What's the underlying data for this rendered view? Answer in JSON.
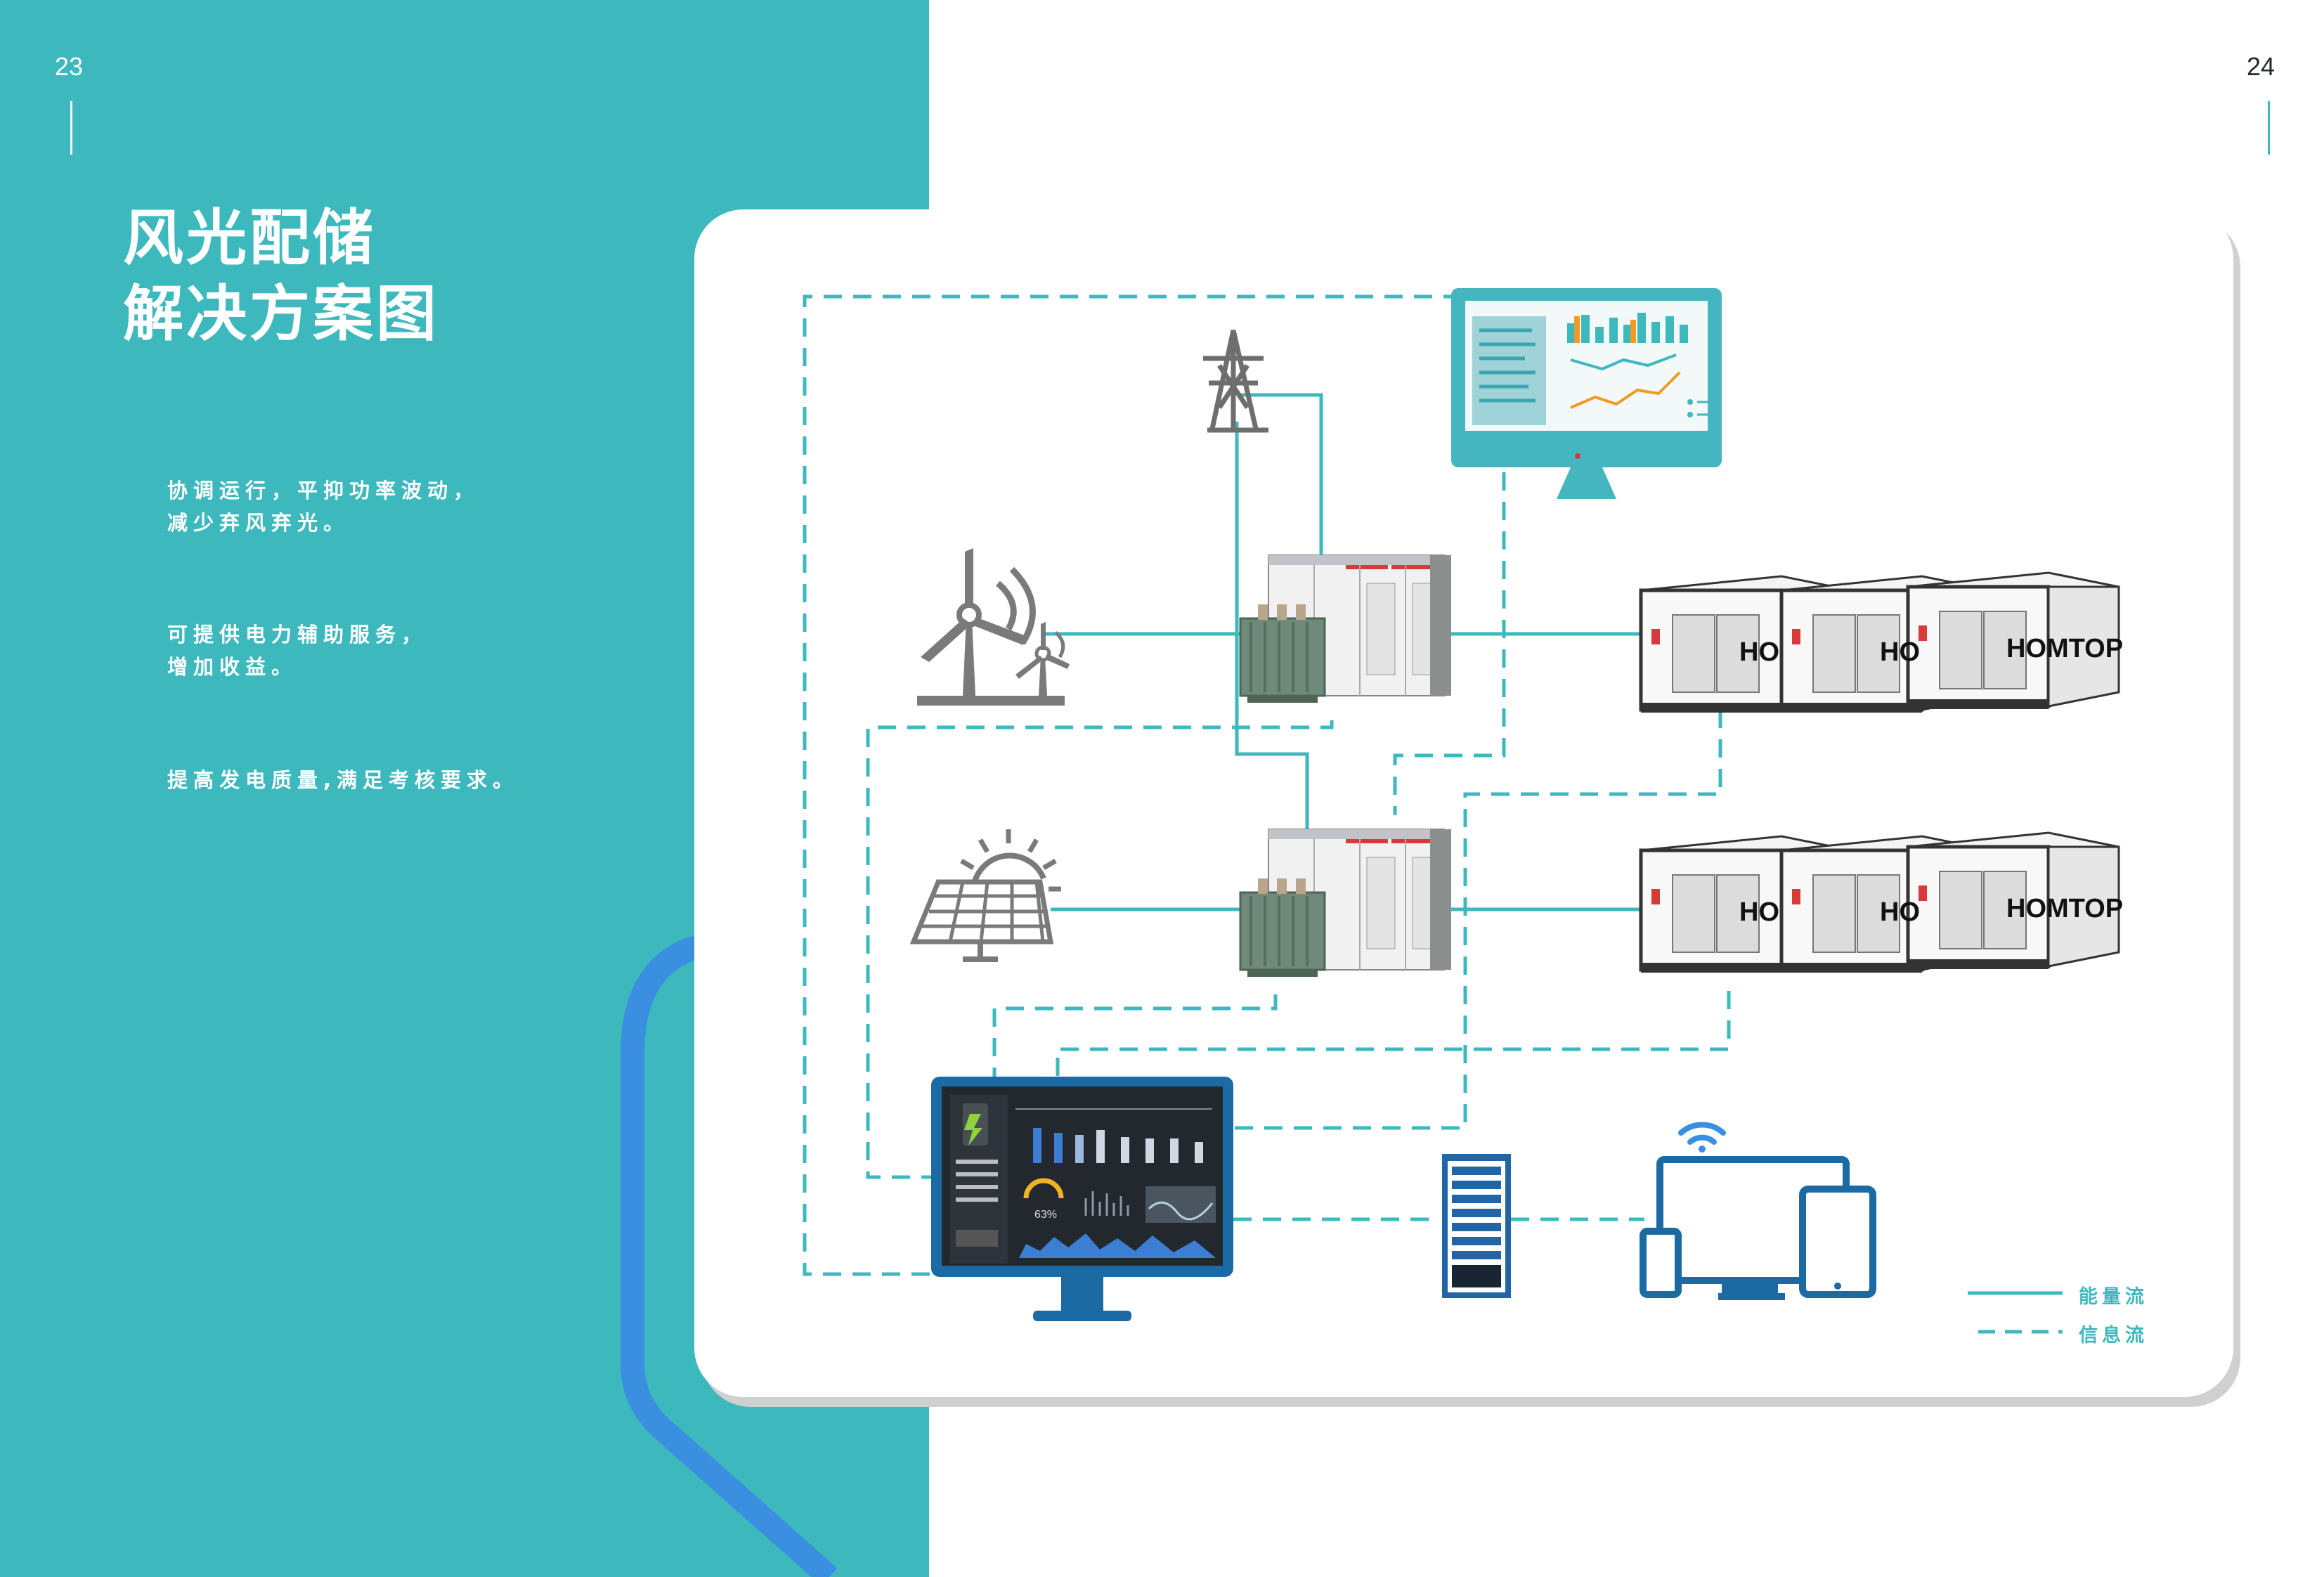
{
  "page": {
    "left_number": "23",
    "right_number": "24"
  },
  "title": {
    "line1": "风光配储",
    "line2": "解决方案图"
  },
  "bullets": [
    {
      "line1": "协调运行，平抑功率波动，",
      "line2": "减少弃风弃光。"
    },
    {
      "line1": "可提供电力辅助服务，",
      "line2": "增加收益。"
    },
    {
      "line1": "提高发电质量,满足考核要求。",
      "line2": ""
    }
  ],
  "diagram": {
    "container_brand": "HOMTOP",
    "container_brand_partial": "HO",
    "gauge_value": "63%",
    "icons": [
      "transmission-tower-icon",
      "monitor-icon",
      "wind-turbine-icon",
      "transformer-icon",
      "storage-container-icon",
      "solar-panel-icon",
      "ems-monitor-icon",
      "server-rack-icon",
      "devices-icon",
      "wifi-icon"
    ]
  },
  "legend": {
    "energy_label": "能量流",
    "info_label": "信息流"
  },
  "colors": {
    "teal": "#3db9be",
    "blue": "#3a8fe0",
    "navy": "#1c6aa3",
    "gray": "#7a7a7a"
  }
}
